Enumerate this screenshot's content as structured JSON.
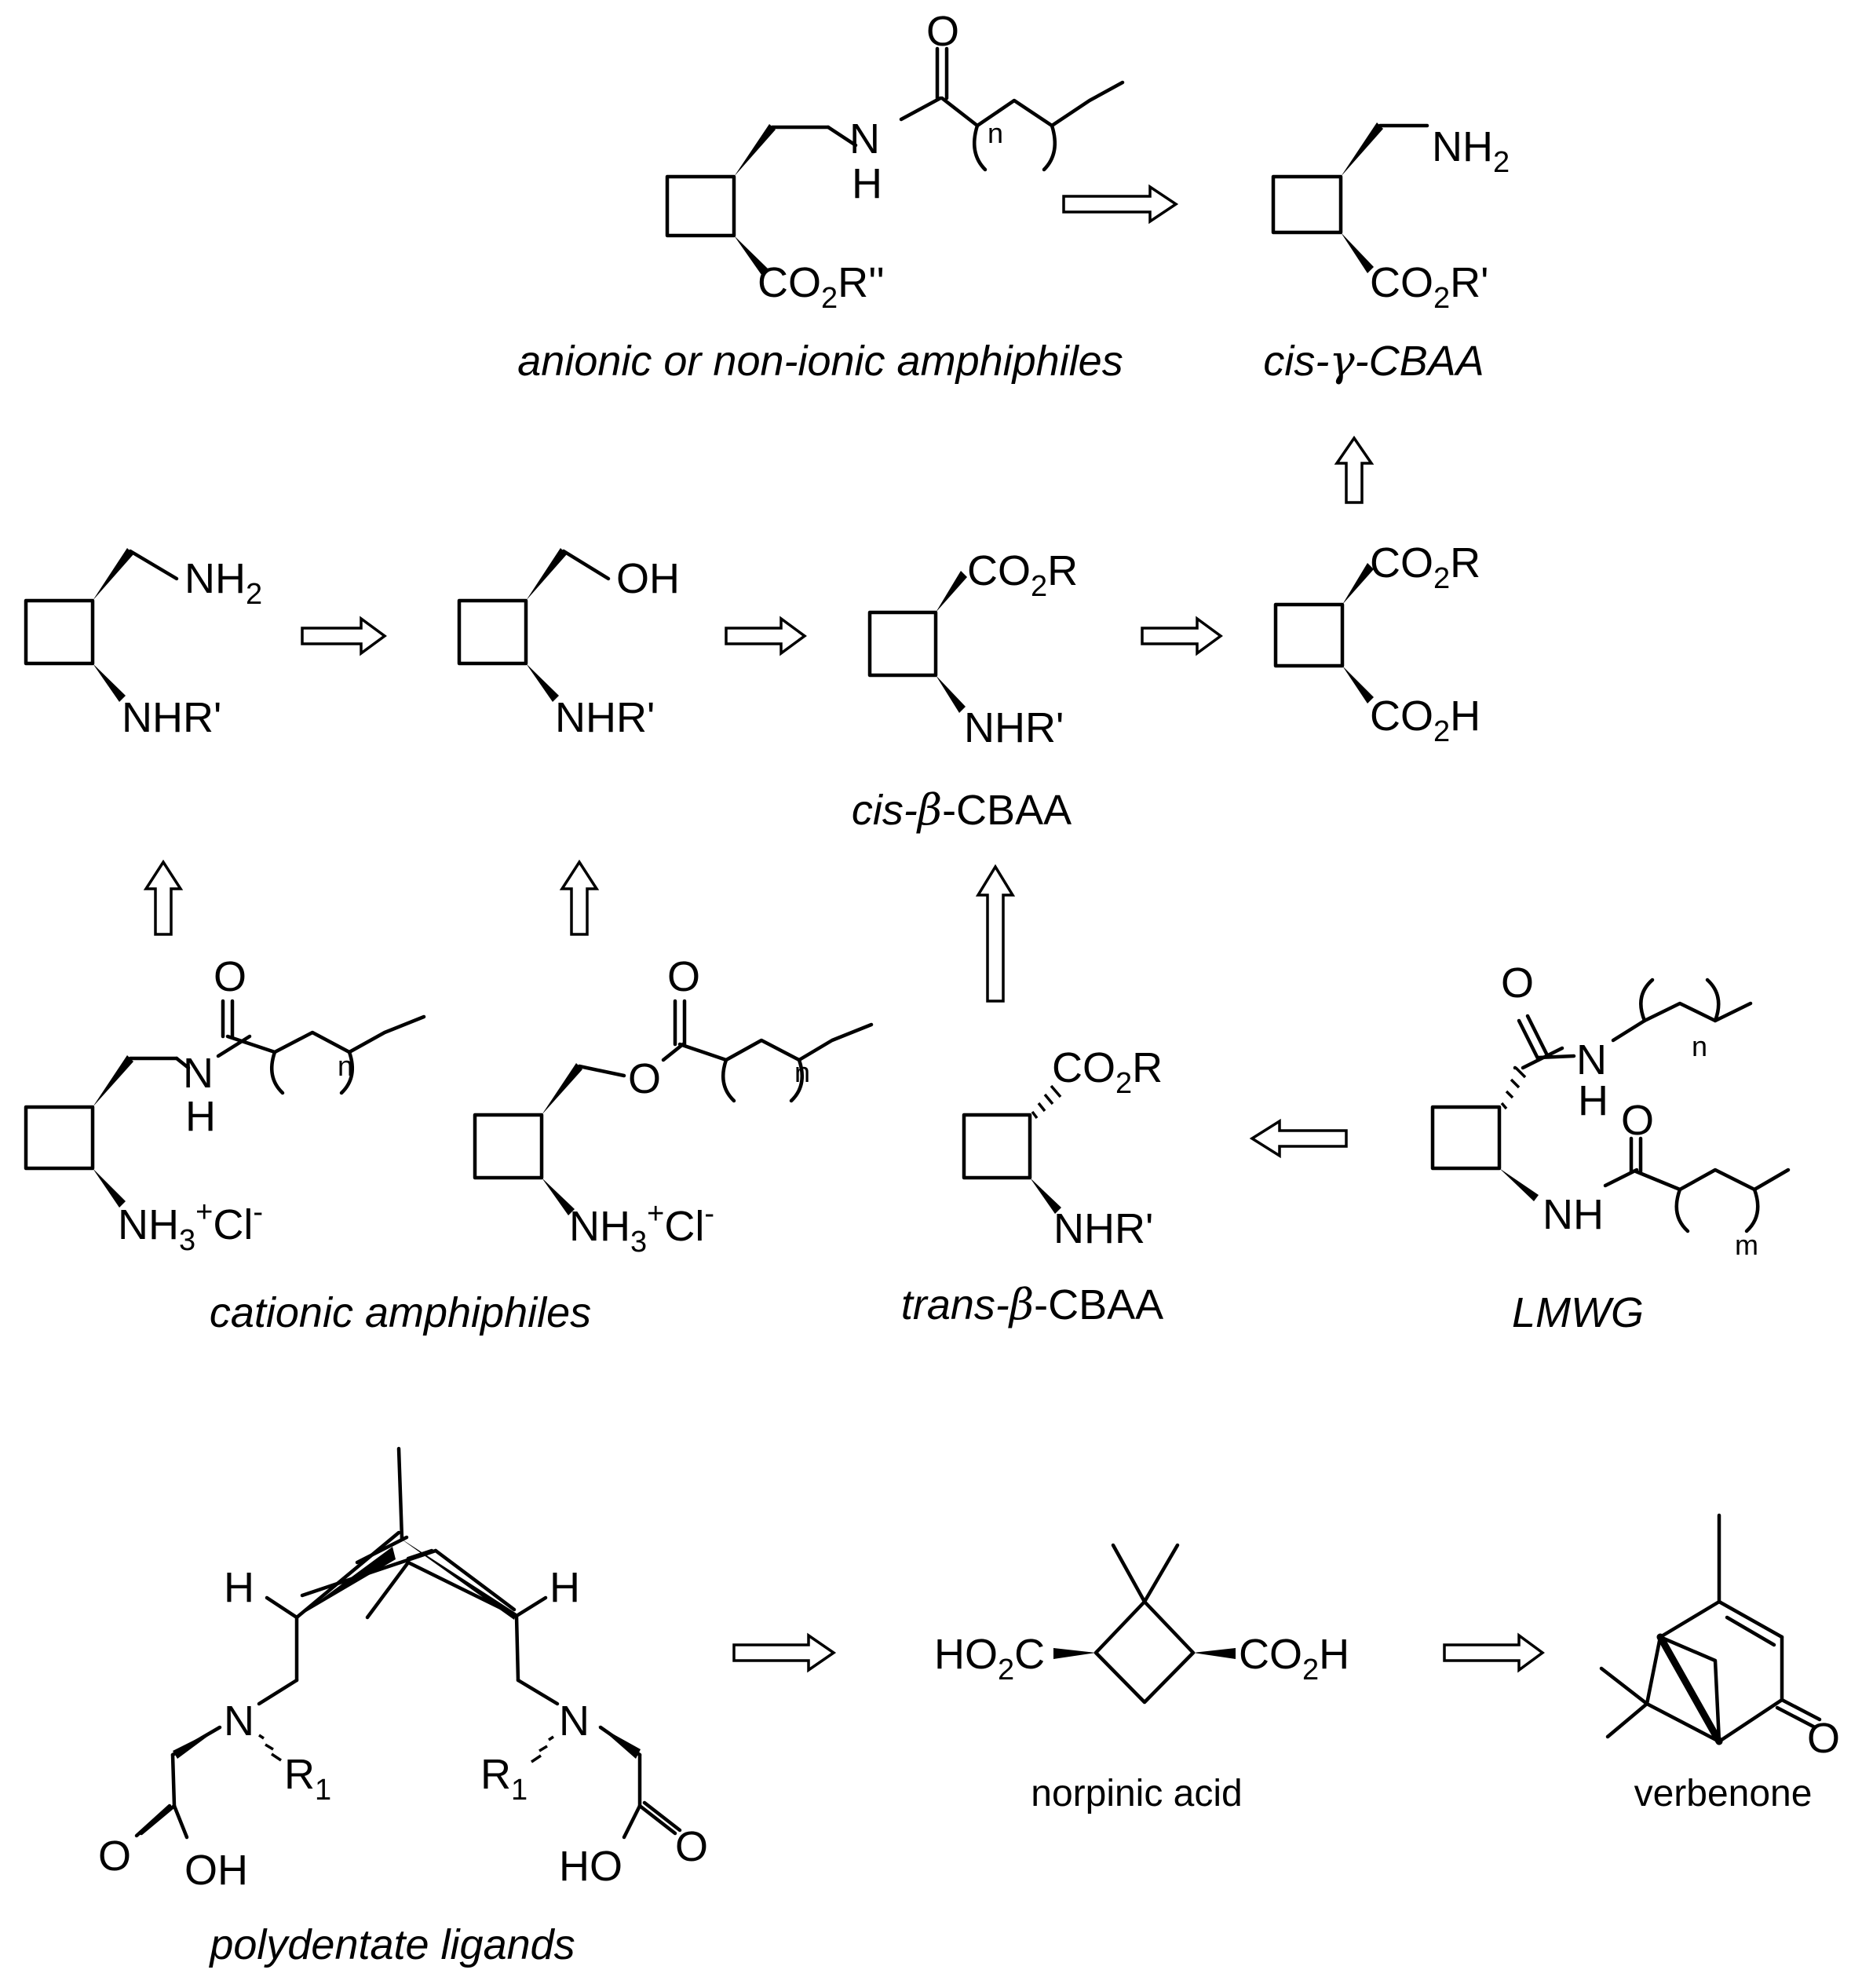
{
  "atoms": {
    "O": "O",
    "N": "N",
    "H": "H",
    "OH": "OH",
    "HO": "HO",
    "NH": "NH",
    "NH2": "NH2",
    "NHRp": "NHR'",
    "CO2R": "CO2R",
    "CO2Rp": "CO2R'",
    "CO2Rpp": "CO2R''",
    "CO2H": "CO2H",
    "HO2C": "HO2C",
    "NH3Cl": "NH3+Cl-",
    "R1": "R1",
    "n": "n",
    "m": "m"
  },
  "captions": {
    "anionic": "anionic or non-ionic amphiphiles",
    "cis_gamma_prefix": "cis-",
    "cis_gamma_greek": "γ",
    "cis_gamma_suffix": "-CBAA",
    "cis_beta_prefix": "cis-",
    "cis_beta_greek": "β",
    "cis_beta_suffix": "-CBAA",
    "trans_beta_prefix": "trans-",
    "trans_beta_greek": "β",
    "trans_beta_suffix": "-CBAA",
    "cationic": "cationic amphiphiles",
    "lmwg": "LMWG",
    "polydentate": "polydentate ligands",
    "norpinic": "norpinic acid",
    "verbenone": "verbenone"
  }
}
